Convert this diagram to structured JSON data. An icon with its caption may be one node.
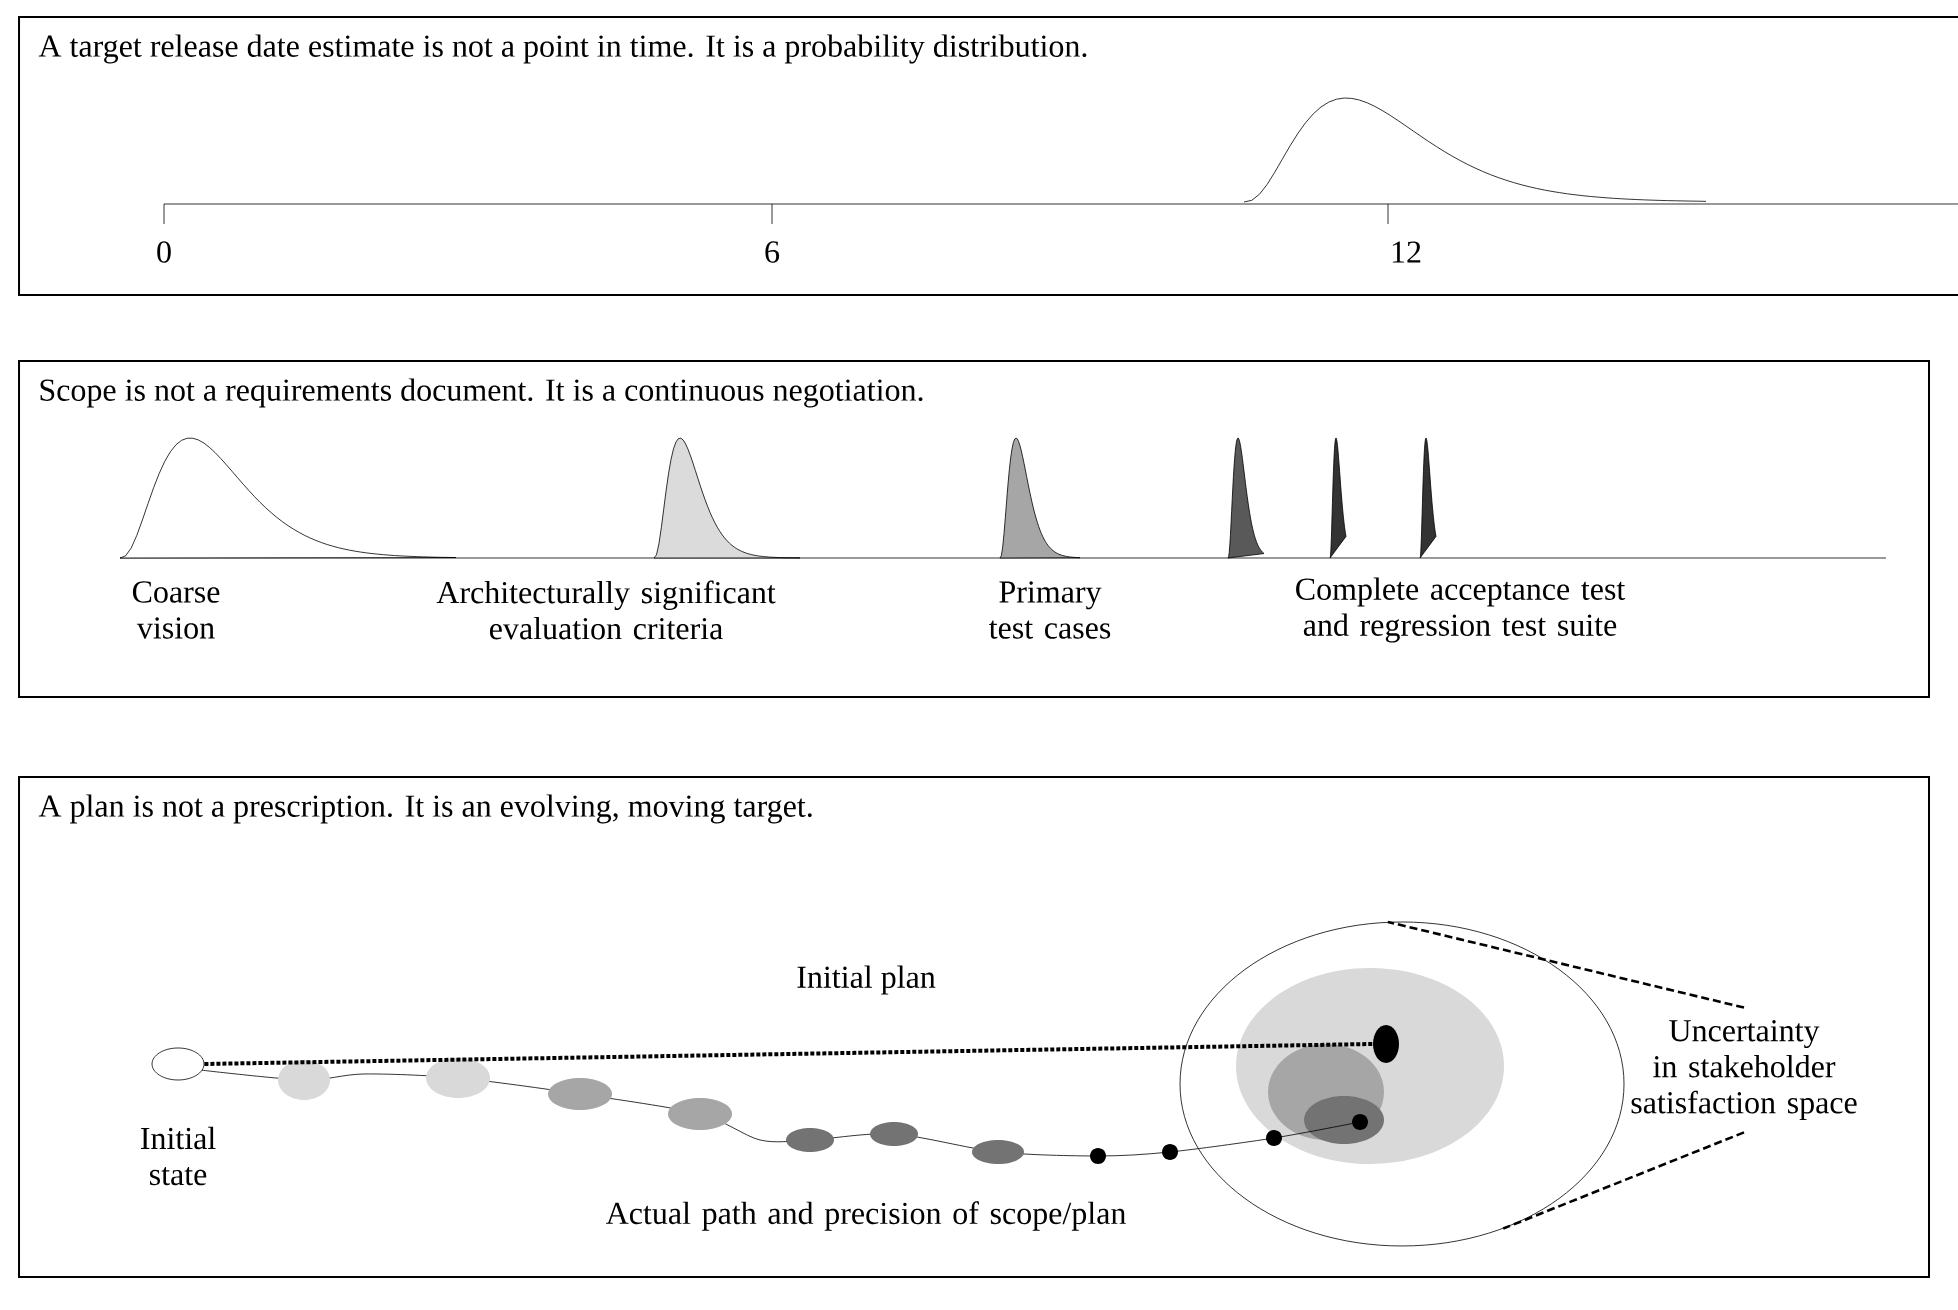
{
  "diagram": {
    "nodes": [
      {
        "text": [
          "A target release date estimate is not a point in time. It is a probability distribution."
        ]
      },
      {
        "text": [
          "Scope is not a requirements document. It is a continuous negotiation."
        ]
      },
      {
        "text": [
          "A plan is not a prescription. It is an evolving, moving target."
        ]
      },
      {
        "text": [],
        "shape": "circle",
        "in": 2,
        "beside": [
          "Initial state"
        ]
      },
      {
        "text": [],
        "shape": "circle",
        "in": 2
      },
      {
        "text": [],
        "shape": "circle",
        "in": 4
      },
      {
        "text": [
          "Uncertainty in stakeholder satisfaction space"
        ],
        "in": 2
      }
    ],
    "edges": [
      {
        "from": 3,
        "to": 5,
        "arrow": "none",
        "label": "Initial plan",
        "style": "dashed"
      },
      {
        "from": 6,
        "to": 4,
        "arrow": "none",
        "style": "dashed"
      },
      {
        "from": 6,
        "to": 4,
        "arrow": "none",
        "style": "dashed"
      }
    ],
    "labels": [
      "0",
      "6",
      "12",
      "Coarse vision",
      "Architecturally significant evaluation criteria",
      "Primary test cases",
      "Complete acceptance test and regression test suite",
      "Actual path and precision of scope/plan"
    ]
  }
}
